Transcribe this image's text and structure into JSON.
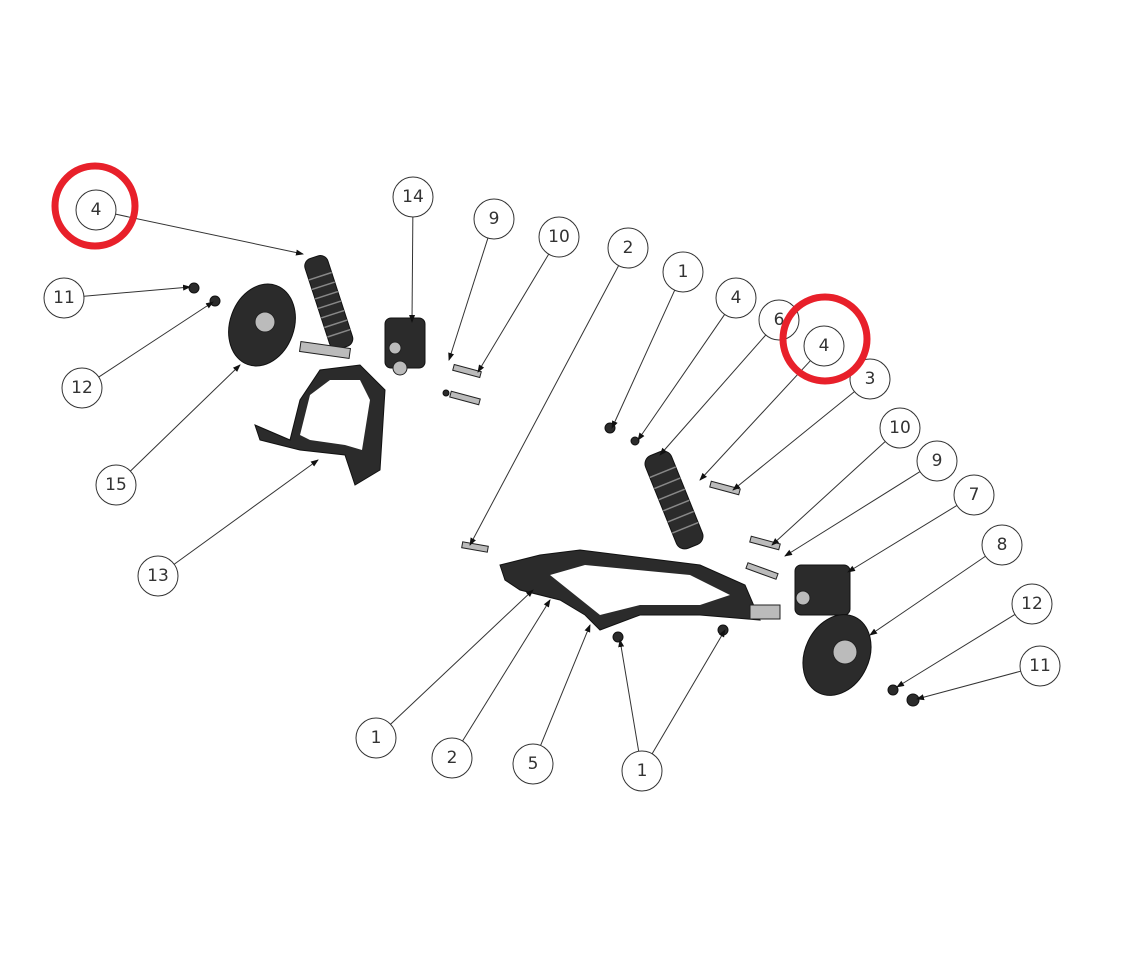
{
  "diagram": {
    "balloons": [
      "4",
      "14",
      "9",
      "10",
      "2",
      "1",
      "4",
      "6",
      "4",
      "3",
      "10",
      "9",
      "7",
      "8",
      "12",
      "11",
      "11",
      "12",
      "15",
      "13",
      "1",
      "2",
      "5",
      "1"
    ],
    "highlight_color": "#e8202a",
    "highlighted_balloons": [
      "4",
      "4"
    ]
  }
}
